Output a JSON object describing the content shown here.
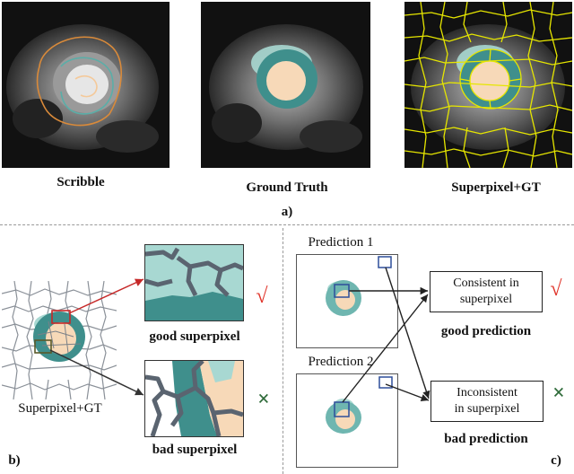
{
  "panel_a": {
    "captions": [
      "Scribble",
      "Ground Truth",
      "Superpixel+GT"
    ],
    "label": "a)"
  },
  "panel_b": {
    "image_caption": "Superpixel+GT",
    "good_caption": "good superpixel",
    "bad_caption": "bad superpixel",
    "good_mark": "√",
    "bad_mark": "×",
    "label": "b)"
  },
  "panel_c": {
    "prediction_1": "Prediction 1",
    "prediction_2": "Prediction 2",
    "consistent_text": [
      "Consistent in",
      "superpixel"
    ],
    "inconsistent_text": [
      "Inconsistent",
      "in superpixel"
    ],
    "good_caption": "good prediction",
    "bad_caption": "bad prediction",
    "good_mark": "√",
    "bad_mark": "×",
    "label": "c)"
  },
  "colors": {
    "tissue_light": "#a8d8d2",
    "tissue_mid": "#6fb6b0",
    "tissue_dark": "#3f8f8c",
    "blood_pool": "#f7d9b8",
    "superpixel_boundary": "#e6e600",
    "check_red": "#e0342a",
    "cross_green": "#2f6b3a",
    "arrow_red": "#c62828",
    "box_red": "#c62828",
    "box_blue": "#2f4f9a",
    "box_olive": "#5a5a2a"
  }
}
